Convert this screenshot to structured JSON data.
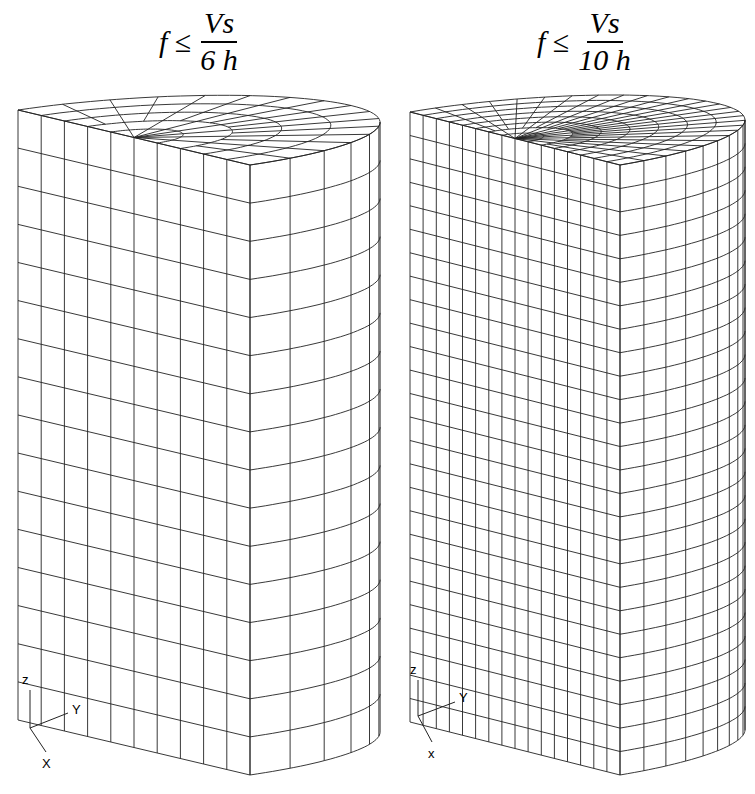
{
  "diagram": {
    "labels": [
      "f ≤",
      "Vs",
      "6 h",
      "f ≤",
      "Vs",
      "10 h",
      "z",
      "Y",
      "X",
      "z",
      "Y",
      "x"
    ]
  }
}
